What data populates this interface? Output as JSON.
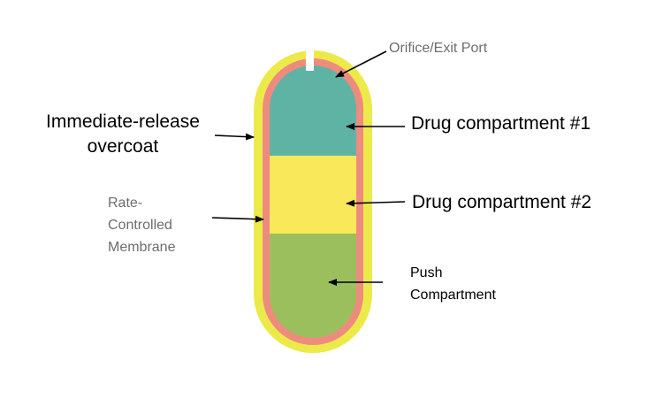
{
  "labels": {
    "orifice": "Orifice/Exit Port",
    "overcoat_line1": "Immediate-release",
    "overcoat_line2": "overcoat",
    "drug1": "Drug compartment #1",
    "drug2": "Drug compartment #2",
    "membrane_line1": "Rate-",
    "membrane_line2": "Controlled",
    "membrane_line3": "Membrane",
    "push_line1": "Push",
    "push_line2": "Compartment"
  },
  "colors": {
    "overcoat": "#ecea4a",
    "membrane": "#ef8b7e",
    "drug1": "#5fb3a5",
    "drug2": "#f8e85a",
    "push": "#9bbf5c",
    "arrow": "#000000",
    "dark_text": "#000000",
    "grey_text": "#6d6d6d"
  }
}
